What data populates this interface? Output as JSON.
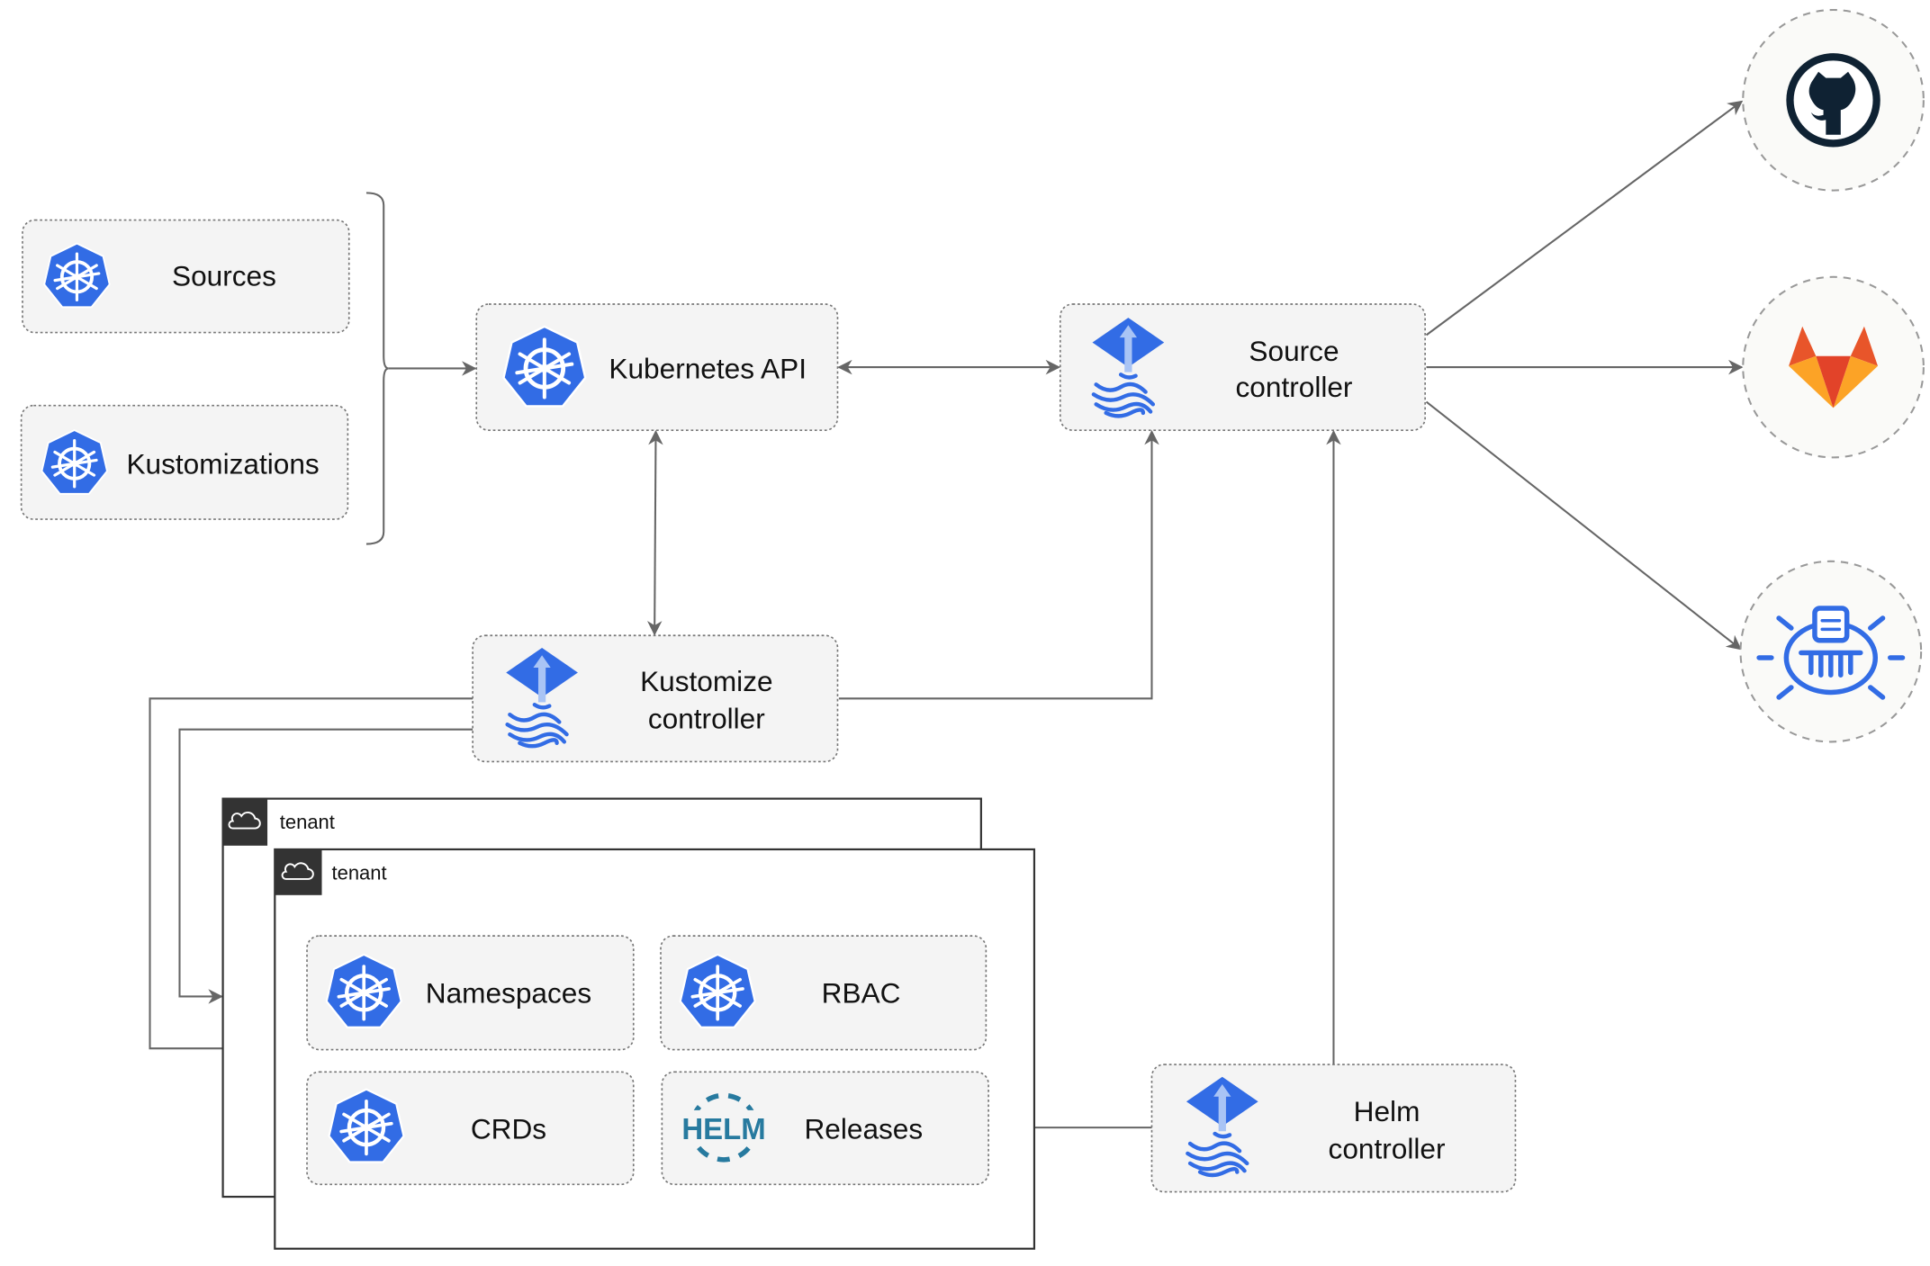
{
  "nodes": {
    "sources": "Sources",
    "kustomizations": "Kustomizations",
    "kubernetes_api": "Kubernetes API",
    "source_controller": [
      "Source",
      "controller"
    ],
    "kustomize_controller": [
      "Kustomize",
      "controller"
    ],
    "helm_controller": [
      "Helm",
      "controller"
    ],
    "namespaces": "Namespaces",
    "rbac": "RBAC",
    "crds": "CRDs",
    "releases": "Releases"
  },
  "tenants": [
    "tenant",
    "tenant"
  ],
  "helm_logo_text": "HELM",
  "external_sources": [
    "github-icon",
    "gitlab-icon",
    "bucket-icon"
  ],
  "colors": {
    "kubernetes_blue": "#326ce5",
    "github_dark": "#0f2233",
    "gitlab_orange": "#e8552a",
    "gitlab_yellow": "#fca326",
    "helm_blue": "#277a9f",
    "edge": "#666666"
  }
}
